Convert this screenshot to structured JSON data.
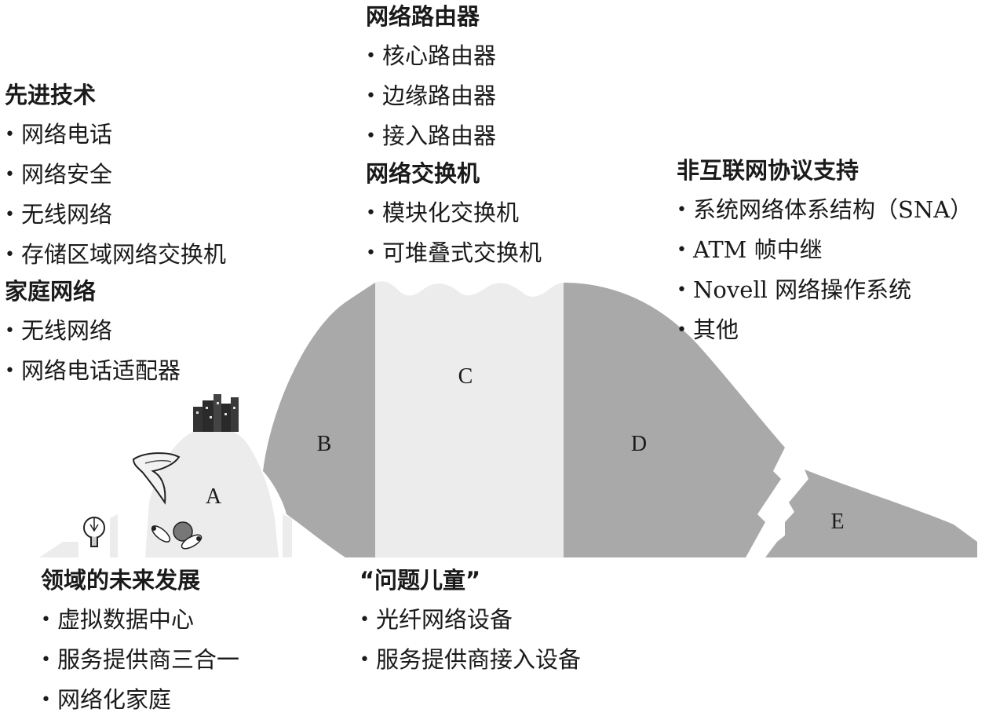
{
  "sections": {
    "advanced": {
      "title": "先进技术",
      "items": [
        "网络电话",
        "网络安全",
        "无线网络",
        "存储区域网络交换机"
      ]
    },
    "home": {
      "title": "家庭网络",
      "items": [
        "无线网络",
        "网络电话适配器"
      ]
    },
    "routers": {
      "title": "网络路由器",
      "items": [
        "核心路由器",
        "边缘路由器",
        "接入路由器"
      ]
    },
    "switches": {
      "title": "网络交换机",
      "items": [
        "模块化交换机",
        "可堆叠式交换机"
      ]
    },
    "non_ip": {
      "title": "非互联网协议支持",
      "items": [
        "系统网络体系结构（SNA）",
        "ATM 帧中继",
        "Novell 网络操作系统",
        "其他"
      ]
    },
    "future": {
      "title": "领域的未来发展",
      "items": [
        "虚拟数据中心",
        "服务提供商三合一",
        "网络化家庭"
      ]
    },
    "problem": {
      "title": "“问题儿童”",
      "items": [
        "光纤网络设备",
        "服务提供商接入设备"
      ]
    }
  },
  "zones": {
    "a": "A",
    "b": "B",
    "c": "C",
    "d": "D",
    "e": "E"
  },
  "colors": {
    "dark_fill": "#a9a9a9",
    "light_fill": "#ececec",
    "text": "#1a1a1a"
  }
}
